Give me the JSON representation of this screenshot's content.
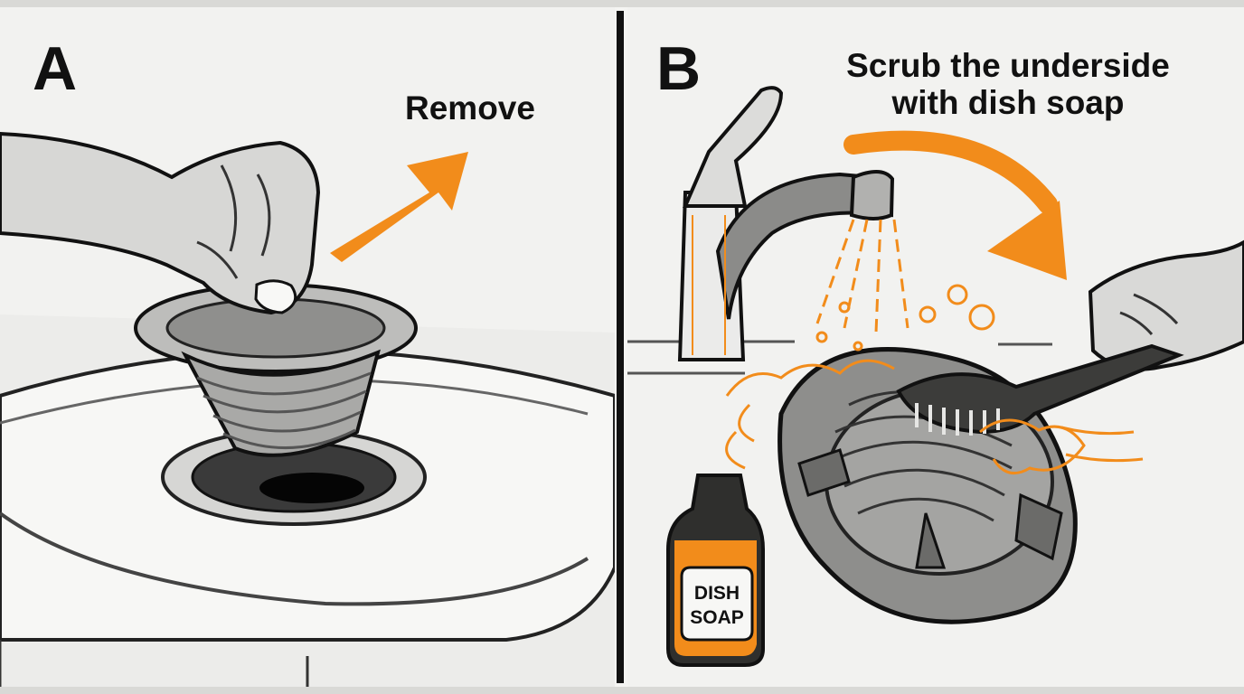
{
  "panels": [
    {
      "letter": "A",
      "caption": "Remove"
    },
    {
      "letter": "B",
      "caption_lines": [
        "Scrub the underside",
        "with dish soap"
      ],
      "soap_label_lines": [
        "DISH",
        "SOAP"
      ]
    }
  ],
  "colors": {
    "accent": "#f28c1b",
    "ink": "#111111",
    "background": "#f2f2f0"
  }
}
